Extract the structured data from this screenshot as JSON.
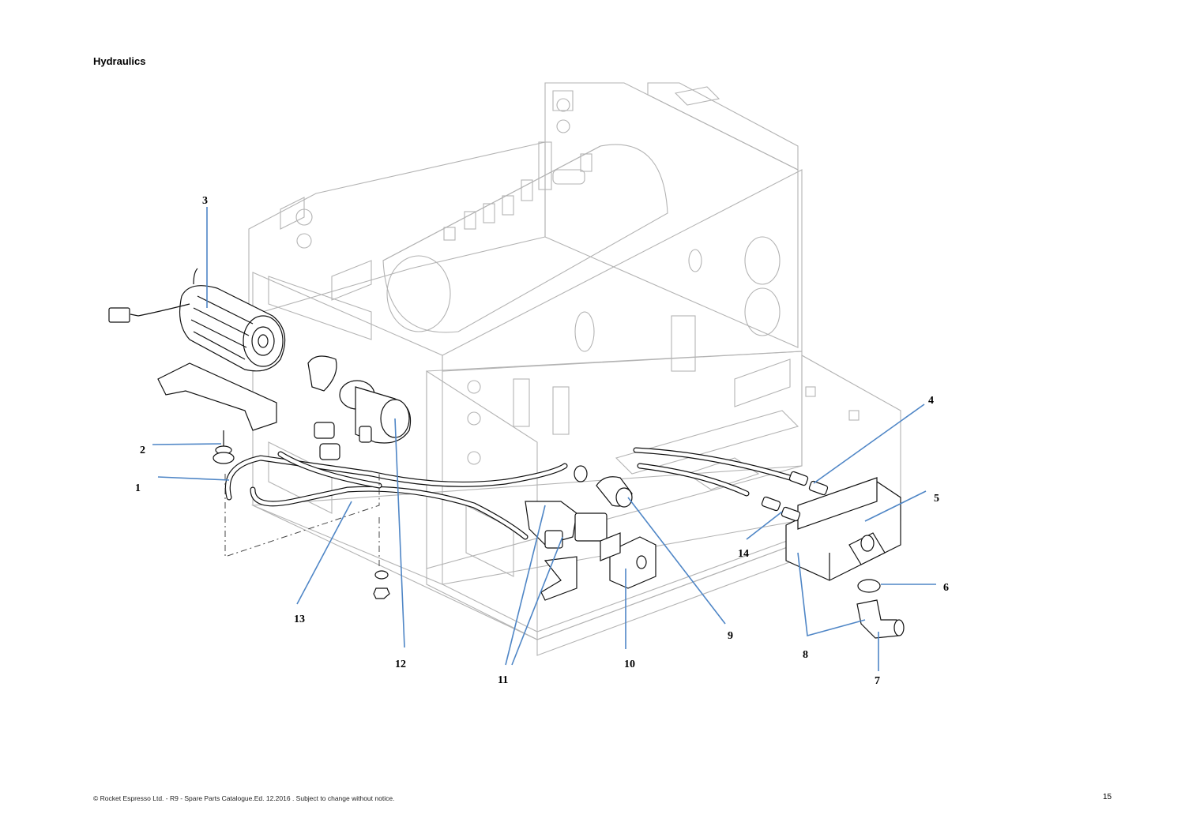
{
  "page": {
    "title": "Hydraulics",
    "footer": "© Rocket Espresso  Ltd. - R9 - Spare Parts Catalogue.Ed. 12.2016 . Subject to change without notice.",
    "page_number": "15"
  },
  "callouts": [
    {
      "id": "1",
      "label": "1"
    },
    {
      "id": "2",
      "label": "2"
    },
    {
      "id": "3",
      "label": "3"
    },
    {
      "id": "4",
      "label": "4"
    },
    {
      "id": "5",
      "label": "5"
    },
    {
      "id": "6",
      "label": "6"
    },
    {
      "id": "7",
      "label": "7"
    },
    {
      "id": "8",
      "label": "8"
    },
    {
      "id": "9",
      "label": "9"
    },
    {
      "id": "10",
      "label": "10"
    },
    {
      "id": "11",
      "label": "11"
    },
    {
      "id": "12",
      "label": "12"
    },
    {
      "id": "13",
      "label": "13"
    },
    {
      "id": "14",
      "label": "14"
    }
  ],
  "colors": {
    "leader": "#4f86c6",
    "frame": "#b3b3b3",
    "part": "#111111"
  }
}
